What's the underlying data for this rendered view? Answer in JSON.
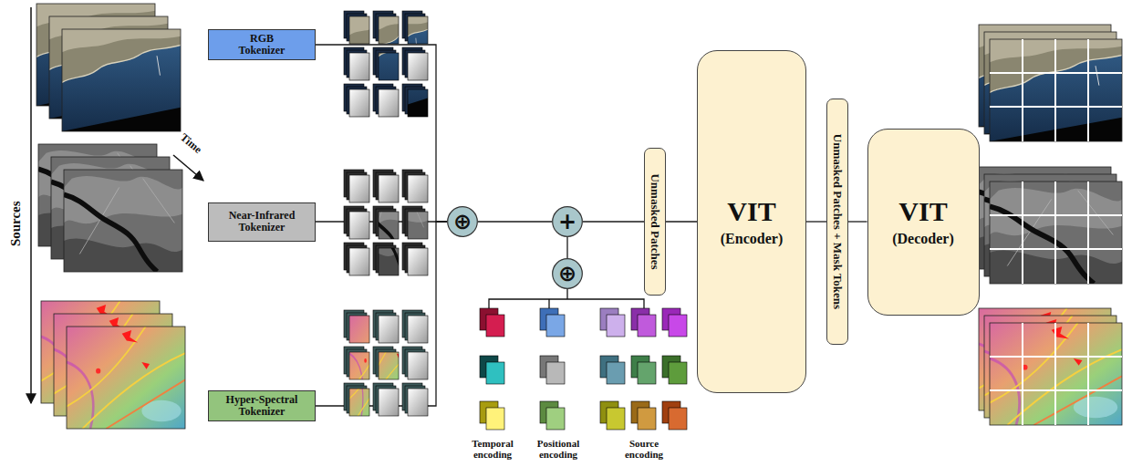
{
  "diagram": {
    "nodes": [
      {
        "text": [
          "RGB Tokenizer"
        ]
      },
      {
        "text": [
          "Near-Infrared Tokenizer"
        ]
      },
      {
        "text": [
          "Hyper-Spectral Tokenizer"
        ]
      },
      {
        "text": [
          "⊕"
        ]
      },
      {
        "text": [
          "+"
        ]
      },
      {
        "text": [
          "⊕"
        ]
      },
      {
        "text": [
          "Unmasked Patches"
        ]
      },
      {
        "text": [
          "VIT",
          "(Encoder)"
        ]
      },
      {
        "text": [
          "Unmasked Patches + Mask Tokens"
        ]
      },
      {
        "text": [
          "VIT",
          "(Decoder)"
        ]
      }
    ],
    "edges": [
      {
        "from": 0,
        "to": 3,
        "arrow": "none"
      },
      {
        "from": 1,
        "to": 3,
        "arrow": "none"
      },
      {
        "from": 2,
        "to": 3,
        "arrow": "none"
      },
      {
        "from": 3,
        "to": 4,
        "arrow": "none"
      },
      {
        "from": 5,
        "to": 4,
        "arrow": "none"
      },
      {
        "from": 4,
        "to": 6,
        "arrow": "none"
      },
      {
        "from": 6,
        "to": 7,
        "arrow": "none"
      },
      {
        "from": 7,
        "to": 8,
        "arrow": "none"
      },
      {
        "from": 8,
        "to": 9,
        "arrow": "none"
      }
    ],
    "labels": [
      "Sources",
      "Time",
      "Temporal encoding",
      "Positional encoding",
      "Source encoding"
    ]
  }
}
